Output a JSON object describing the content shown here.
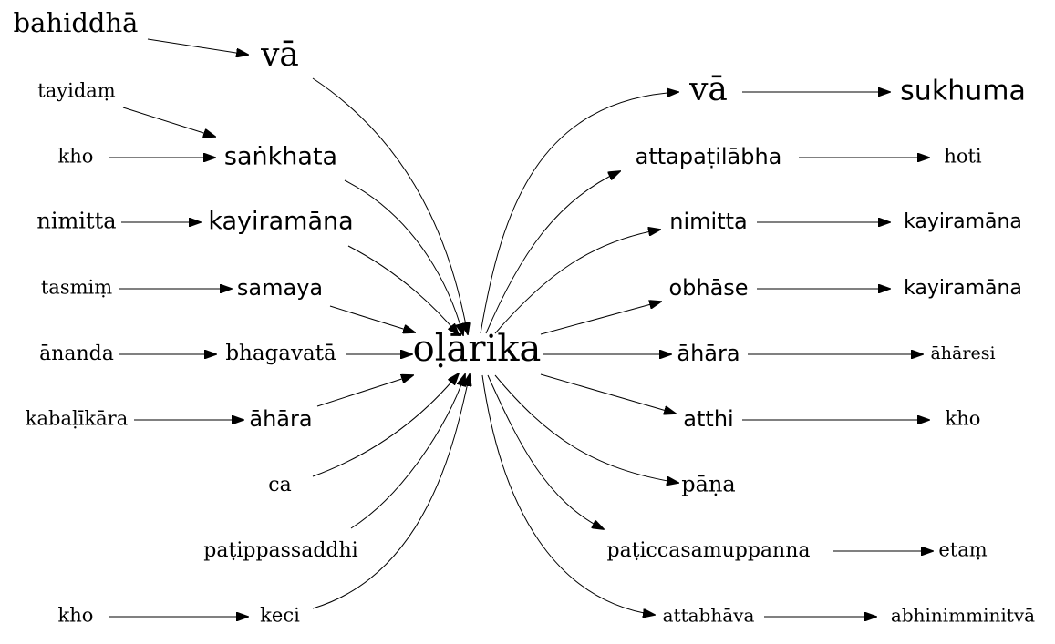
{
  "graph": {
    "center": "oḷārika",
    "left_chains": [
      [
        "bahiddhā",
        "vā"
      ],
      [
        "tayidaṃ",
        "saṅkhata"
      ],
      [
        "kho",
        "saṅkhata"
      ],
      [
        "nimitta",
        "kayiramāna"
      ],
      [
        "tasmiṃ",
        "samaya"
      ],
      [
        "ānanda",
        "bhagavatā"
      ],
      [
        "kabaḷīkāra",
        "āhāra"
      ],
      [
        "ca"
      ],
      [
        "paṭippassaddhi"
      ],
      [
        "kho",
        "keci"
      ]
    ],
    "right_chains": [
      [
        "vā",
        "sukhuma"
      ],
      [
        "attapaṭilābha",
        "hoti"
      ],
      [
        "nimitta",
        "kayiramāna"
      ],
      [
        "obhāse",
        "kayiramāna"
      ],
      [
        "āhāra",
        "āhāresi"
      ],
      [
        "atthi",
        "kho"
      ],
      [
        "pāṇa"
      ],
      [
        "paṭiccasamuppanna",
        "etaṃ"
      ],
      [
        "attabhāva",
        "abhinimminitvā"
      ]
    ]
  }
}
